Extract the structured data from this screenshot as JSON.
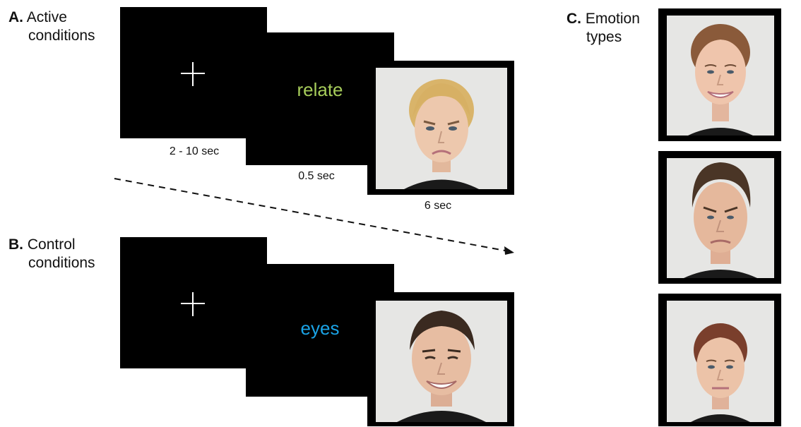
{
  "panel_a": {
    "letter": "A.",
    "title_line1": "Active",
    "title_line2": "conditions",
    "cue_word": "relate",
    "cue_color": "#a6cc5a",
    "fixation_duration": "2 - 10 sec",
    "cue_duration": "0.5 sec",
    "face_duration": "6 sec",
    "face": "frowning-blonde-woman"
  },
  "panel_b": {
    "letter": "B.",
    "title_line1": "Control",
    "title_line2": "conditions",
    "cue_word": "eyes",
    "cue_color": "#1aa3e6",
    "face": "smiling-dark-haired-man"
  },
  "panel_c": {
    "letter": "C.",
    "title_line1": "Emotion",
    "title_line2": "types",
    "faces": [
      "happy-woman",
      "angry-man",
      "neutral-woman"
    ]
  }
}
